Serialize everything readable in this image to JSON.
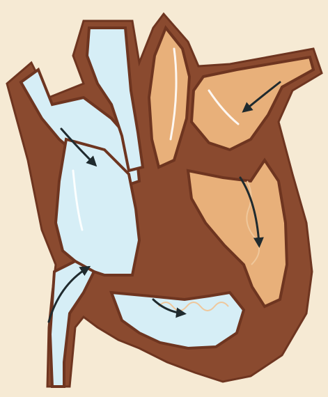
{
  "colors": {
    "background": "#f6ead4",
    "wall": "#8a4a2f",
    "wall_dark": "#6e3520",
    "deoxygenated_blood": "#d6eef6",
    "oxygenated_blood": "#e8b07a",
    "oxygenated_blood_light": "#efc79b",
    "highlight": "#ffffff",
    "arrow": "#1f2a2e"
  },
  "diagram": {
    "subject": "heart-cross-section",
    "regions": [
      {
        "id": "superior-vena-cava",
        "fill": "deoxygenated_blood"
      },
      {
        "id": "inferior-vena-cava",
        "fill": "deoxygenated_blood"
      },
      {
        "id": "right-atrium",
        "fill": "deoxygenated_blood"
      },
      {
        "id": "right-ventricle",
        "fill": "deoxygenated_blood"
      },
      {
        "id": "pulmonary-artery",
        "fill": "deoxygenated_blood"
      },
      {
        "id": "aorta",
        "fill": "oxygenated_blood"
      },
      {
        "id": "pulmonary-vein",
        "fill": "oxygenated_blood"
      },
      {
        "id": "left-atrium",
        "fill": "oxygenated_blood"
      },
      {
        "id": "left-ventricle",
        "fill": "oxygenated_blood"
      }
    ],
    "flow_arrows": [
      {
        "id": "arrow-svc-down",
        "icon": "curved-arrow-icon"
      },
      {
        "id": "arrow-ivc-up",
        "icon": "curved-arrow-icon"
      },
      {
        "id": "arrow-tricuspid",
        "icon": "curved-arrow-icon"
      },
      {
        "id": "arrow-pulmonary-vein-in",
        "icon": "curved-arrow-icon"
      },
      {
        "id": "arrow-mitral",
        "icon": "curved-arrow-icon"
      }
    ]
  }
}
